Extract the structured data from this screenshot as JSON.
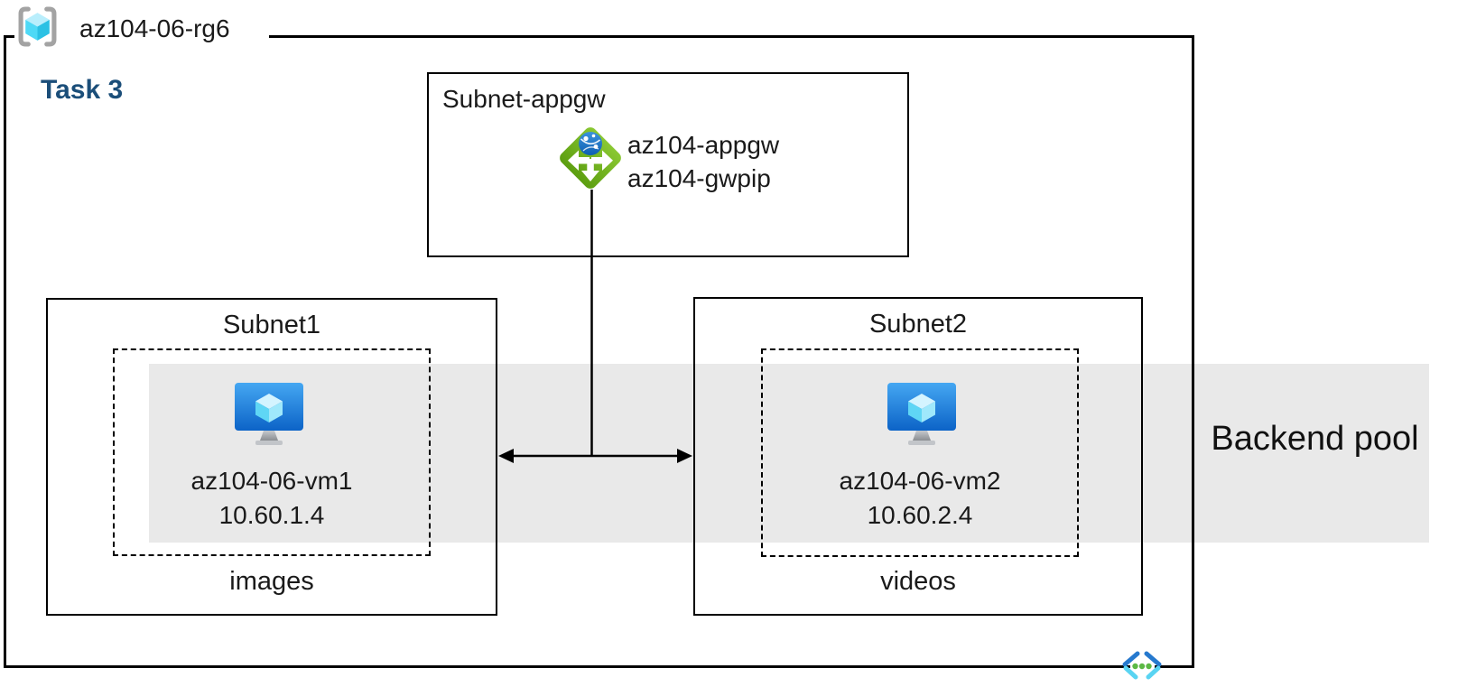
{
  "resource_group": {
    "name": "az104-06-rg6",
    "task_label": "Task 3"
  },
  "appgw_subnet": {
    "title": "Subnet-appgw",
    "gateway_name": "az104-appgw",
    "public_ip_name": "az104-gwpip"
  },
  "subnet1": {
    "title": "Subnet1",
    "vm_name": "az104-06-vm1",
    "vm_ip": "10.60.1.4",
    "footer_label": "images"
  },
  "subnet2": {
    "title": "Subnet2",
    "vm_name": "az104-06-vm2",
    "vm_ip": "10.60.2.4",
    "footer_label": "videos"
  },
  "backend_pool": {
    "label": "Backend pool"
  },
  "icons": {
    "resource_group": "resource-group-icon",
    "application_gateway": "application-gateway-icon",
    "virtual_machine": "virtual-machine-icon",
    "virtual_network": "virtual-network-icon"
  },
  "colors": {
    "backend_band": "#E9E9E9",
    "task_label_blue": "#1B4E79",
    "appgw_green": "#76B820",
    "vm_screen_blue": "#0C63C7",
    "cube_cyan": "#50E6FF",
    "vnet_blue": "#2679CE",
    "vnet_cyan": "#59D4F2",
    "vnet_green": "#5CB945",
    "line_black": "#000000"
  }
}
